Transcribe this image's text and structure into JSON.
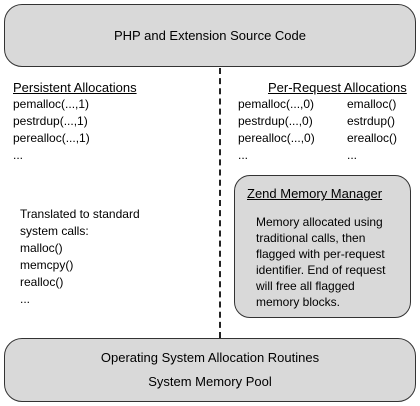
{
  "top_box": {
    "label": "PHP and Extension Source Code"
  },
  "persistent": {
    "title": "Persistent Allocations",
    "items": [
      "pemalloc(...,1)",
      "pestrdup(...,1)",
      "perealloc(...,1)",
      "..."
    ]
  },
  "per_request": {
    "title": "Per-Request Allocations",
    "left_items": [
      "pemalloc(...,0)",
      "pestrdup(...,0)",
      "perealloc(...,0)",
      "..."
    ],
    "right_items": [
      "emalloc()",
      "estrdup()",
      "erealloc()",
      "..."
    ]
  },
  "translated": {
    "lines": [
      "Translated to standard",
      "system calls:",
      "malloc()",
      "memcpy()",
      "realloc()",
      "..."
    ]
  },
  "zend": {
    "title": "Zend Memory Manager",
    "lines": [
      "Memory allocated using",
      "traditional calls, then",
      "flagged with per-request",
      "identifier.  End of request",
      "will free all flagged",
      "memory blocks."
    ]
  },
  "bottom_box": {
    "line1": "Operating System Allocation Routines",
    "line2": "System Memory Pool"
  }
}
